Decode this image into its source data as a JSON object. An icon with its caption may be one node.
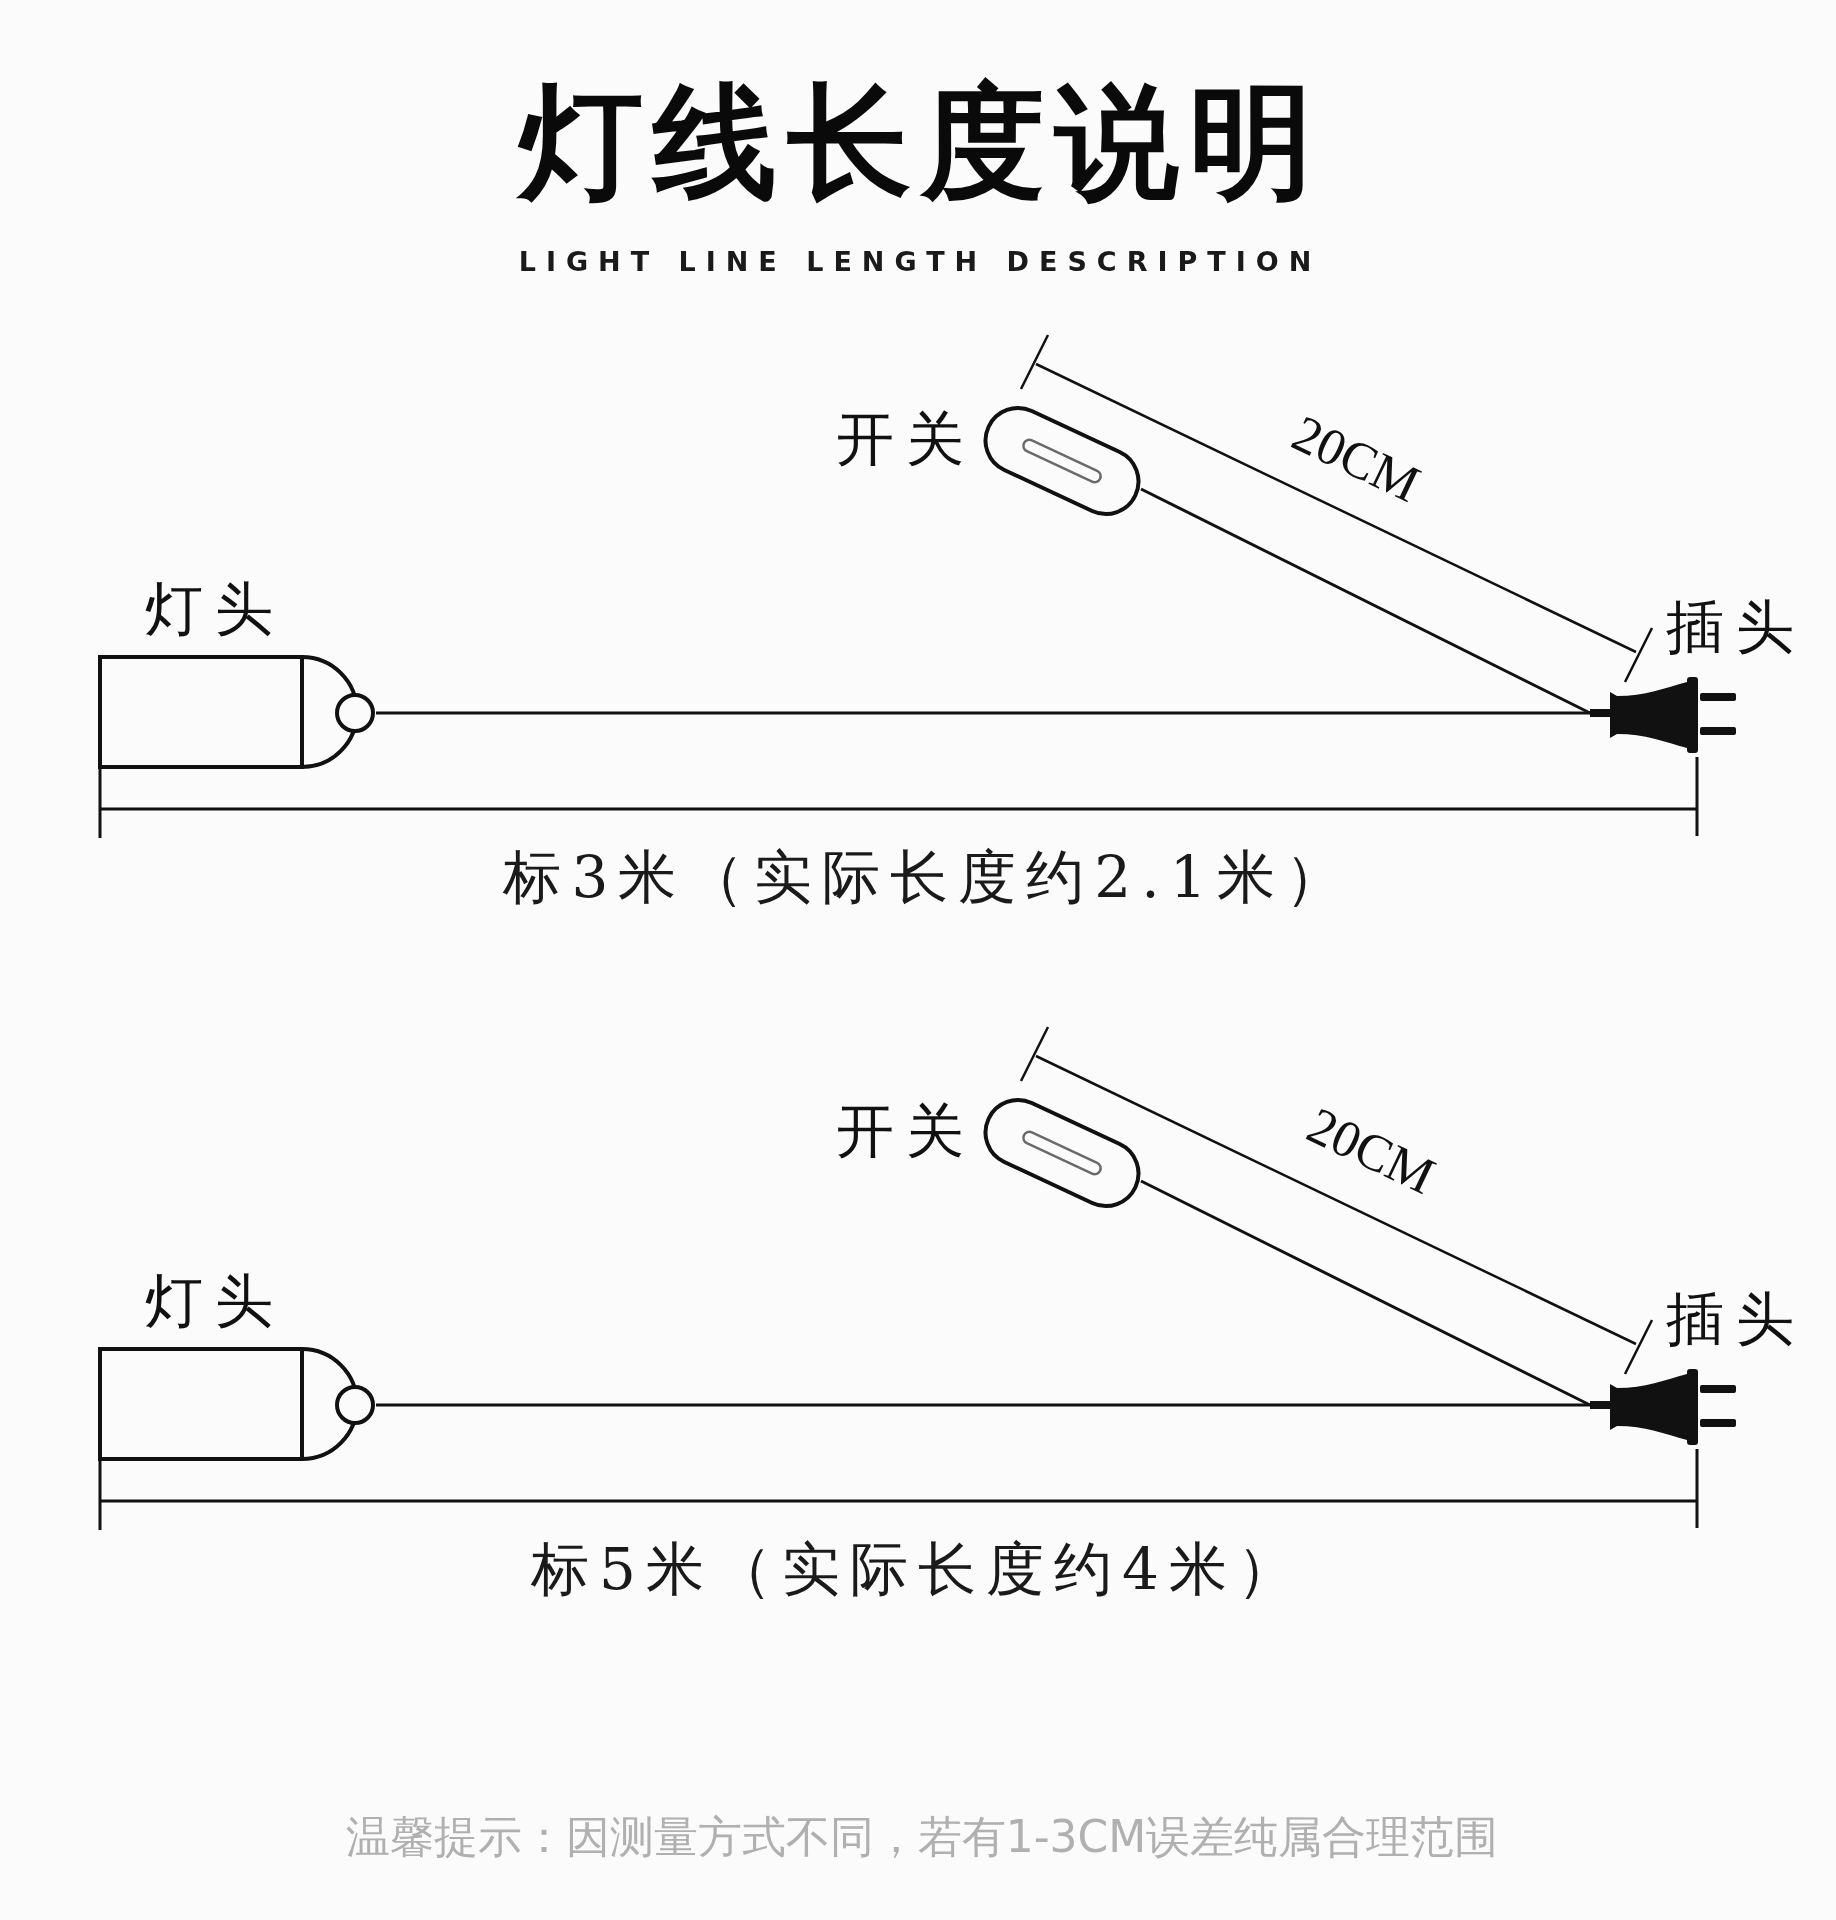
{
  "diagram": {
    "title": "灯线长度说明",
    "nodes": [
      {
        "text": [
          "开关"
        ]
      },
      {
        "text": [
          "灯头"
        ]
      },
      {
        "text": [
          "插头"
        ]
      },
      {
        "text": [
          "开关"
        ]
      },
      {
        "text": [
          "灯头"
        ]
      },
      {
        "text": [
          "插头"
        ]
      }
    ],
    "edges": [
      {
        "from": 1,
        "to": 2,
        "arrow": "none"
      },
      {
        "from": 0,
        "to": 2,
        "arrow": "none"
      },
      {
        "from": 4,
        "to": 5,
        "arrow": "none"
      },
      {
        "from": 3,
        "to": 5,
        "arrow": "none"
      }
    ],
    "labels": [
      "LIGHT LINE LENGTH DESCRIPTION",
      "20CM",
      "标3米（实际长度约2.1米）",
      "20CM",
      "标5米（实际长度约4米）",
      "温馨提示：因测量方式不同，若有1-3CM误差纯属合理范围"
    ]
  }
}
